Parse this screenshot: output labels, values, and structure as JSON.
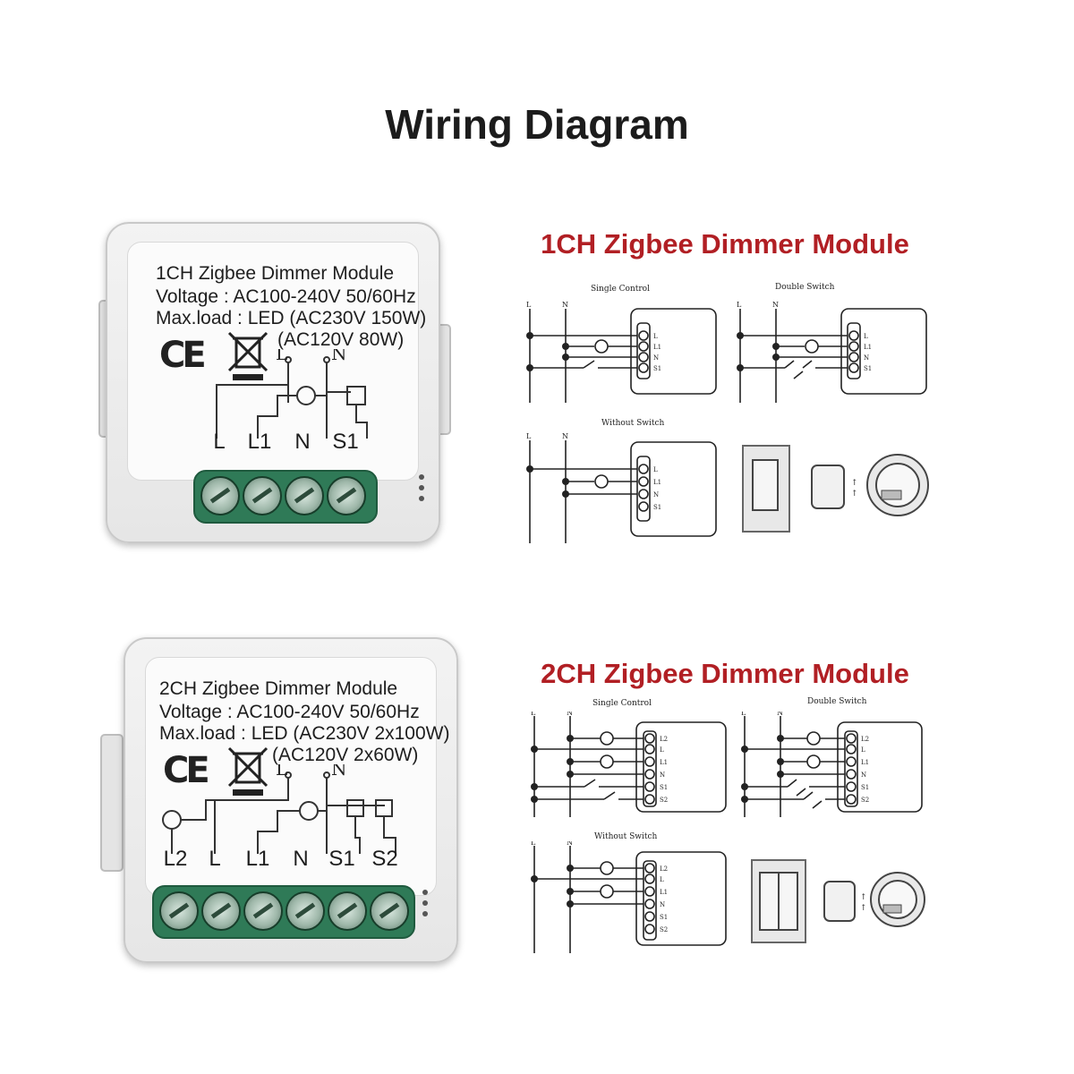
{
  "title": "Wiring Diagram",
  "module_1ch": {
    "name": "1CH Zigbee Dimmer Module",
    "voltage": "Voltage : AC100-240V 50/60Hz",
    "maxload_1": "Max.load : LED (AC230V 150W)",
    "maxload_2": "(AC120V 80W)",
    "terminals": [
      "L",
      "L1",
      "N",
      "S1"
    ]
  },
  "module_2ch": {
    "name": "2CH Zigbee Dimmer Module",
    "voltage": "Voltage : AC100-240V 50/60Hz",
    "maxload_1": "Max.load : LED (AC230V 2x100W)",
    "maxload_2": "(AC120V 2x60W)",
    "terminals": [
      "L2",
      "L",
      "L1",
      "N",
      "S1",
      "S2"
    ]
  },
  "ce_mark": "CE",
  "schematic_1ch": {
    "title": "1CH Zigbee Dimmer Module",
    "single_control": "Single Control",
    "double_switch": "Double Switch",
    "without_switch": "Without Switch",
    "pins": [
      "L",
      "L1",
      "N",
      "S1"
    ]
  },
  "schematic_2ch": {
    "title": "2CH Zigbee Dimmer Module",
    "single_control": "Single Control",
    "double_switch": "Double Switch",
    "without_switch": "Without Switch",
    "pins": [
      "L2",
      "L",
      "L1",
      "N",
      "S1",
      "S2"
    ]
  },
  "colors": {
    "section_title": "#b11f24",
    "terminal_green": "#2f7a57"
  }
}
